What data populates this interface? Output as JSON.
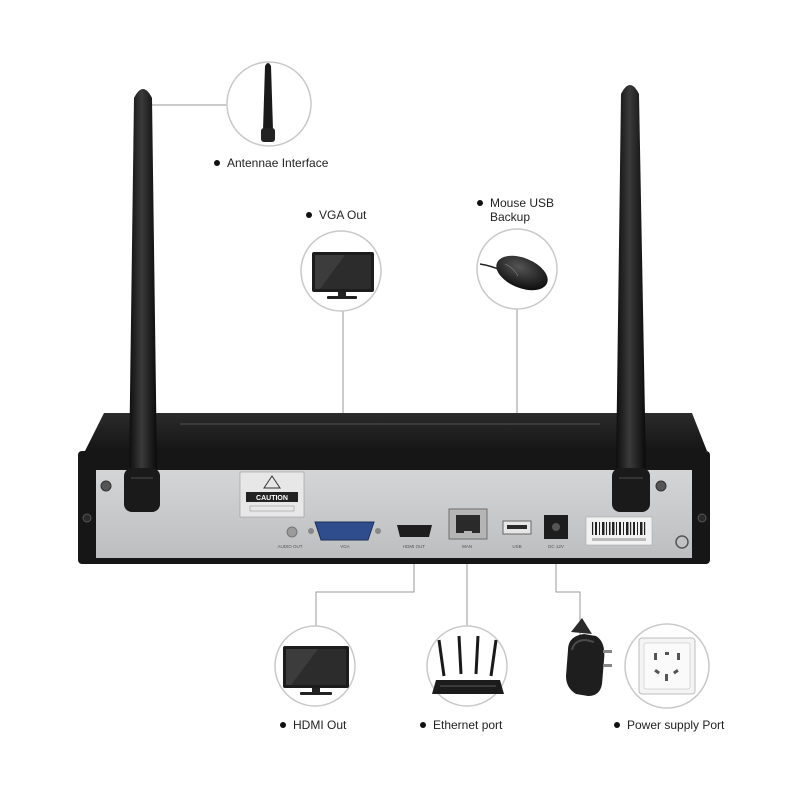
{
  "callouts": {
    "antenna": "Antennae Interface",
    "vga": "VGA Out",
    "usb_line1": "Mouse USB",
    "usb_line2": "Backup",
    "hdmi": "HDMI Out",
    "ethernet": "Ethernet port",
    "power": "Power supply Port"
  },
  "panel": {
    "caution": "CAUTION",
    "audio_out": "AUDIO OUT",
    "vga": "VGA",
    "hdmi": "HDMI OUT",
    "wan": "WAN",
    "usb": "USB",
    "dc": "DC 12V"
  },
  "icons": [
    "antenna-icon",
    "monitor-icon",
    "mouse-icon",
    "router-icon",
    "power-adapter-icon",
    "wall-outlet-icon"
  ],
  "colors": {
    "device_body": "#1a1a1a",
    "panel": "#c9cacb",
    "line": "#9a9a9a"
  }
}
